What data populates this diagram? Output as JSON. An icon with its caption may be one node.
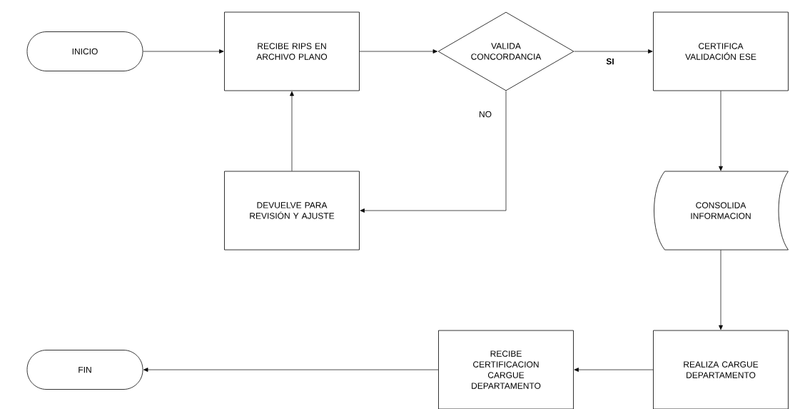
{
  "diagram": {
    "nodes": [
      {
        "text": [
          "INICIO"
        ]
      },
      {
        "text": [
          "RECIBE RIPS EN ARCHIVO PLANO"
        ]
      },
      {
        "text": [
          "VALIDA CONCORDANCIA"
        ]
      },
      {
        "text": [
          "CERTIFICA VALIDACIÓN ESE"
        ]
      },
      {
        "text": [
          "DEVUELVE PARA REVISIÓN Y AJUSTE"
        ]
      },
      {
        "text": [
          "CONSOLIDA INFORMACION"
        ]
      },
      {
        "text": [
          "REALIZA CARGUE DEPARTAMENTO"
        ]
      },
      {
        "text": [
          "RECIBE CERTIFICACION CARGUE DEPARTAMENTO"
        ]
      },
      {
        "text": [
          "FIN"
        ]
      }
    ],
    "edges": [
      {
        "from": 0,
        "to": 1,
        "arrow": "to"
      },
      {
        "from": 1,
        "to": 2,
        "arrow": "to"
      },
      {
        "from": 2,
        "to": 3,
        "arrow": "to",
        "label": "SI"
      },
      {
        "from": 2,
        "to": 4,
        "arrow": "to",
        "label": "NO"
      },
      {
        "from": 4,
        "to": 1,
        "arrow": "to"
      },
      {
        "from": 3,
        "to": 5,
        "arrow": "to"
      },
      {
        "from": 5,
        "to": 6,
        "arrow": "to"
      },
      {
        "from": 6,
        "to": 7,
        "arrow": "to"
      },
      {
        "from": 7,
        "to": 8,
        "arrow": "to"
      }
    ]
  }
}
